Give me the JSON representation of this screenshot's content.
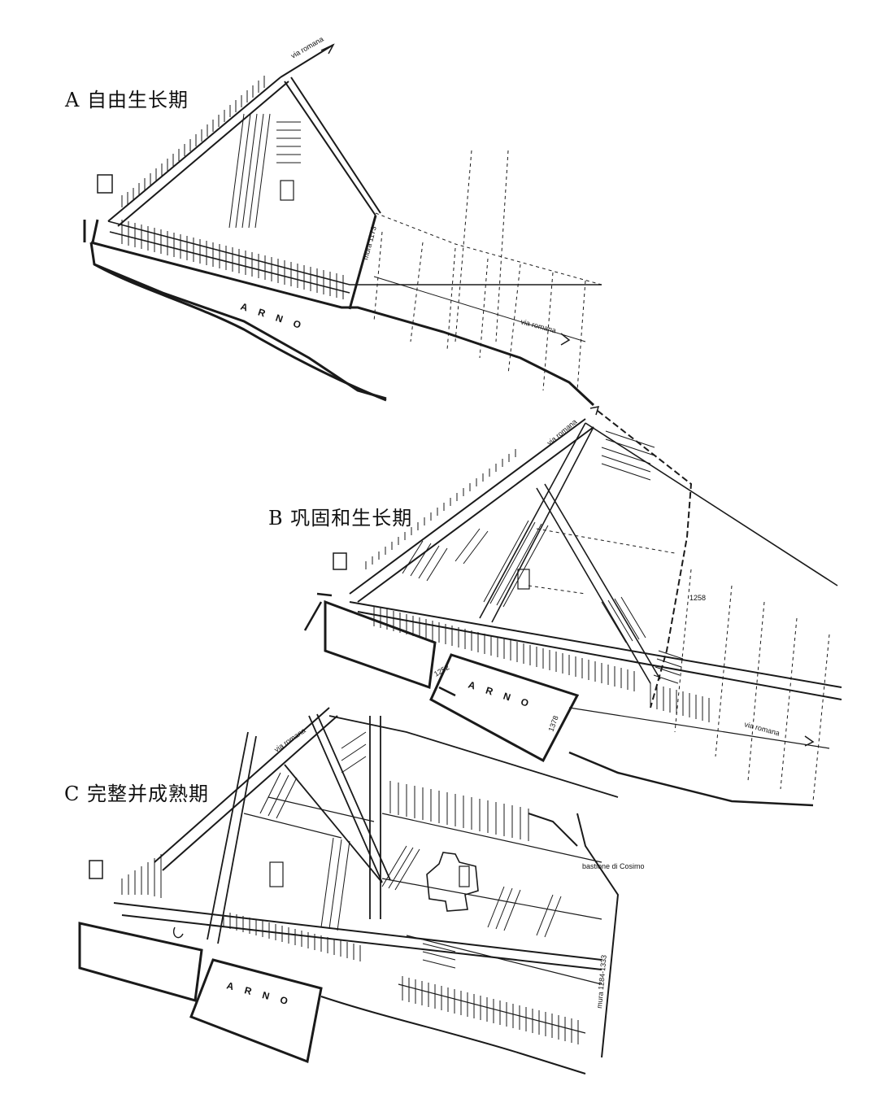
{
  "panels": [
    {
      "id": "A",
      "label": "A 自由生长期",
      "river": "ARNO",
      "road_labels": [
        "via romana",
        "via romana",
        "mura 1173"
      ]
    },
    {
      "id": "B",
      "label": "B 巩固和生长期",
      "river": "ARNO",
      "road_labels": [
        "via romana",
        "via romana"
      ],
      "year_labels": [
        "1258",
        "1252",
        "1378"
      ]
    },
    {
      "id": "C",
      "label": "C 完整并成熟期",
      "river": "ARNO",
      "road_labels": [
        "via romana",
        "mura 1284-1333",
        "bastione di Cosimo"
      ]
    }
  ],
  "colors": {
    "ink": "#1a1a1a",
    "paper": "#ffffff"
  }
}
